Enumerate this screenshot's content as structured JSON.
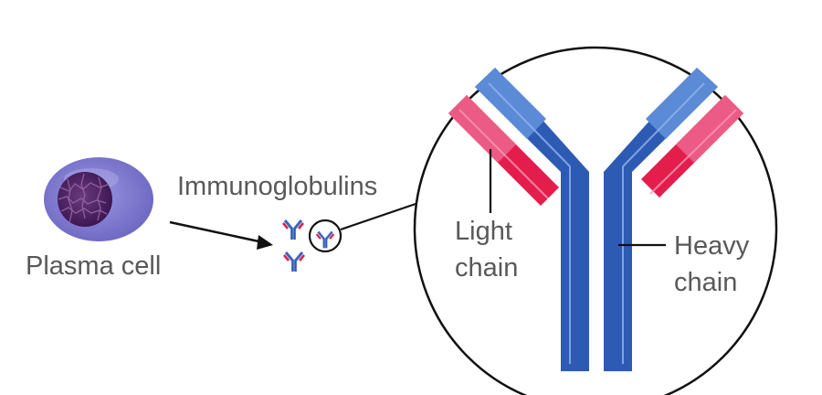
{
  "labels": {
    "plasma_cell": "Plasma cell",
    "immunoglobulins": "Immunoglobulins",
    "light_chain_line1": "Light",
    "light_chain_line2": "chain",
    "heavy_chain_line1": "Heavy",
    "heavy_chain_line2": "chain"
  },
  "colors": {
    "heavy_chain_dark": "#2d5bb3",
    "heavy_chain_light": "#5b8ad6",
    "light_chain_pink": "#ec5a86",
    "light_chain_red": "#e41e4c",
    "cell_membrane": "#7f79cf",
    "nucleus": "#4a1f5e",
    "outline": "#111111",
    "label_text": "#595959"
  },
  "icons": {
    "plasma_cell": "plasma-cell-icon",
    "antibody": "antibody-icon",
    "arrow": "arrow-icon",
    "magnifier": "magnifier-circle-icon"
  }
}
